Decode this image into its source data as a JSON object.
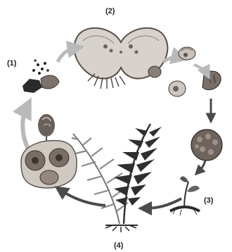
{
  "diagram": {
    "stage_labels": {
      "s1": "(1)",
      "s2": "(2)",
      "s3": "(3)",
      "s4": "(4)"
    },
    "colors": {
      "arrow": "#b9b9b9",
      "arrow_dark": "#4a4a4a",
      "prothallus": "#cfc9c3",
      "tissue": "#9a9088",
      "fern_light": "#8a8a8a",
      "fern_dark": "#2f2f2f",
      "cell": "#7a6d66"
    },
    "icons": [
      "spore-release-icon",
      "prothallus-icon",
      "embryo-icon",
      "young-sporophyte-icon",
      "mature-fern-icon",
      "sporangium-icon"
    ]
  }
}
